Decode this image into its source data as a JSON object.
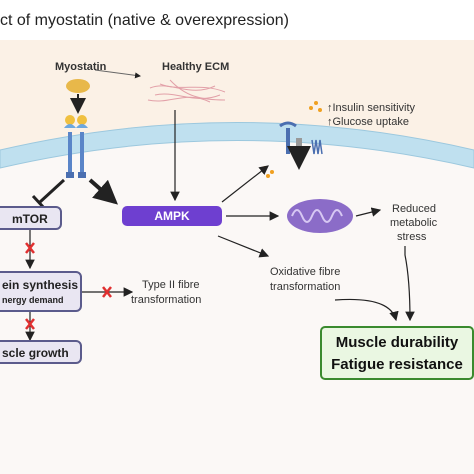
{
  "title": "ct of myostatin (native & overexpression)",
  "nodes": {
    "myostatin": "Myostatin",
    "healthy_ecm": "Healthy ECM",
    "mtor": "mTOR",
    "ampk": "AMPK",
    "protein_synthesis_line1": "ein synthesis",
    "protein_synthesis_line2": "nergy demand",
    "muscle_growth": "scle growth",
    "type2_line1": "Type II fibre",
    "type2_line2": "transformation",
    "insulin": "↑Insulin sensitivity",
    "glucose": "↑Glucose uptake",
    "reduced_line1": "Reduced",
    "reduced_line2": "metabolic",
    "reduced_line3": "stress",
    "oxidative_line1": "Oxidative fibre",
    "oxidative_line2": "transformation",
    "outcome_line1": "Muscle durability",
    "outcome_line2": "Fatigue resistance"
  },
  "colors": {
    "cell_background": "#fbf3ea",
    "membrane": "#bfe0ef",
    "ampk": "#6e3fd0",
    "outcome_border": "#3a8a2e",
    "inhibition_mark": "#e03030"
  }
}
